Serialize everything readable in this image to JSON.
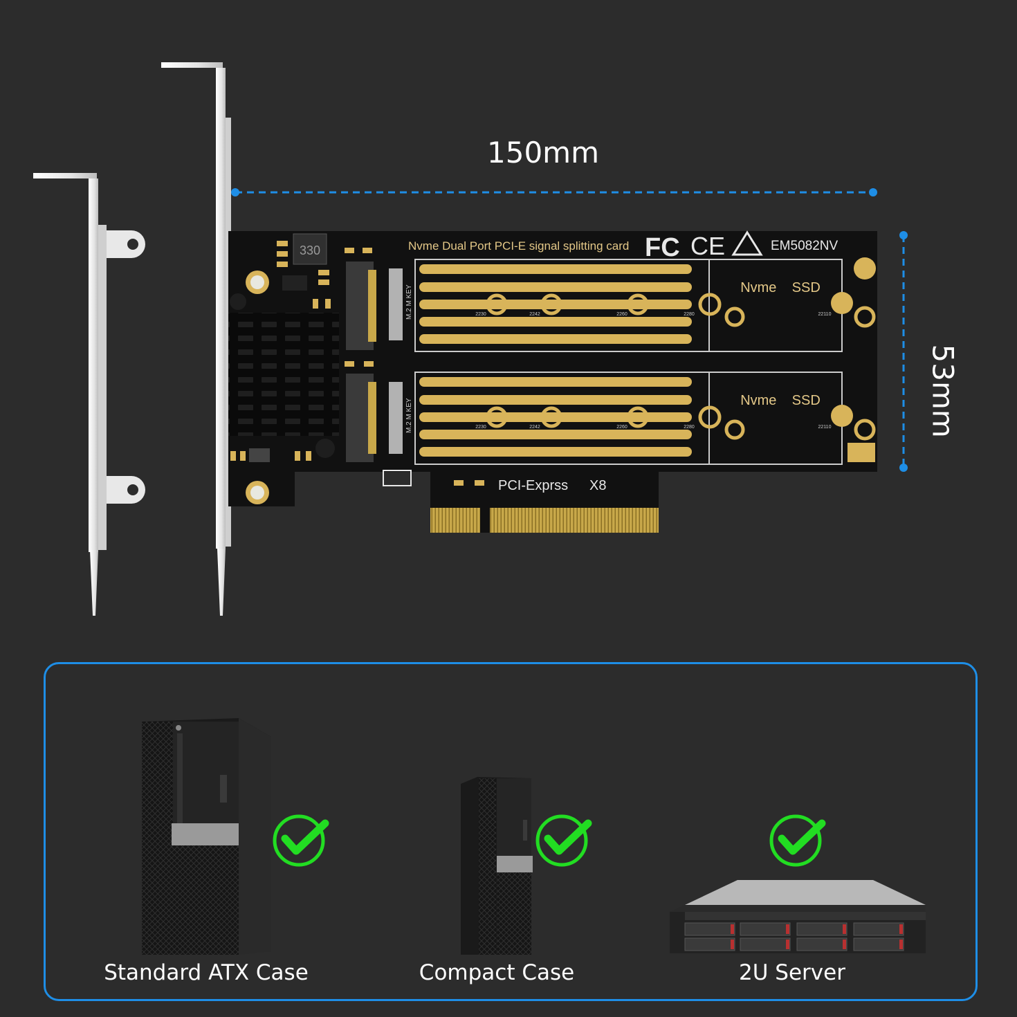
{
  "dimensions": {
    "width": "150mm",
    "height": "53mm"
  },
  "card": {
    "title": "Nvme Dual Port PCI-E signal splitting card",
    "model": "EM5082NV",
    "inductor": "330",
    "slot_label": "Nvme    SSD",
    "key_label": "M.2 M KEY",
    "interface": "PCI-Exprss",
    "lanes": "X8",
    "length_marks": [
      "2230",
      "2242",
      "2260",
      "2280",
      "22110"
    ],
    "colors": {
      "pcb": "#111111",
      "gold": "#d8b45a",
      "dimension_line": "#1e8ee6"
    }
  },
  "compatibility": {
    "items": [
      {
        "label": "Standard ATX Case",
        "icon": "check-icon"
      },
      {
        "label": "Compact Case",
        "icon": "check-icon"
      },
      {
        "label": "2U Server",
        "icon": "check-icon"
      }
    ],
    "check_color": "#22dd22",
    "border_color": "#1e8ee6"
  }
}
